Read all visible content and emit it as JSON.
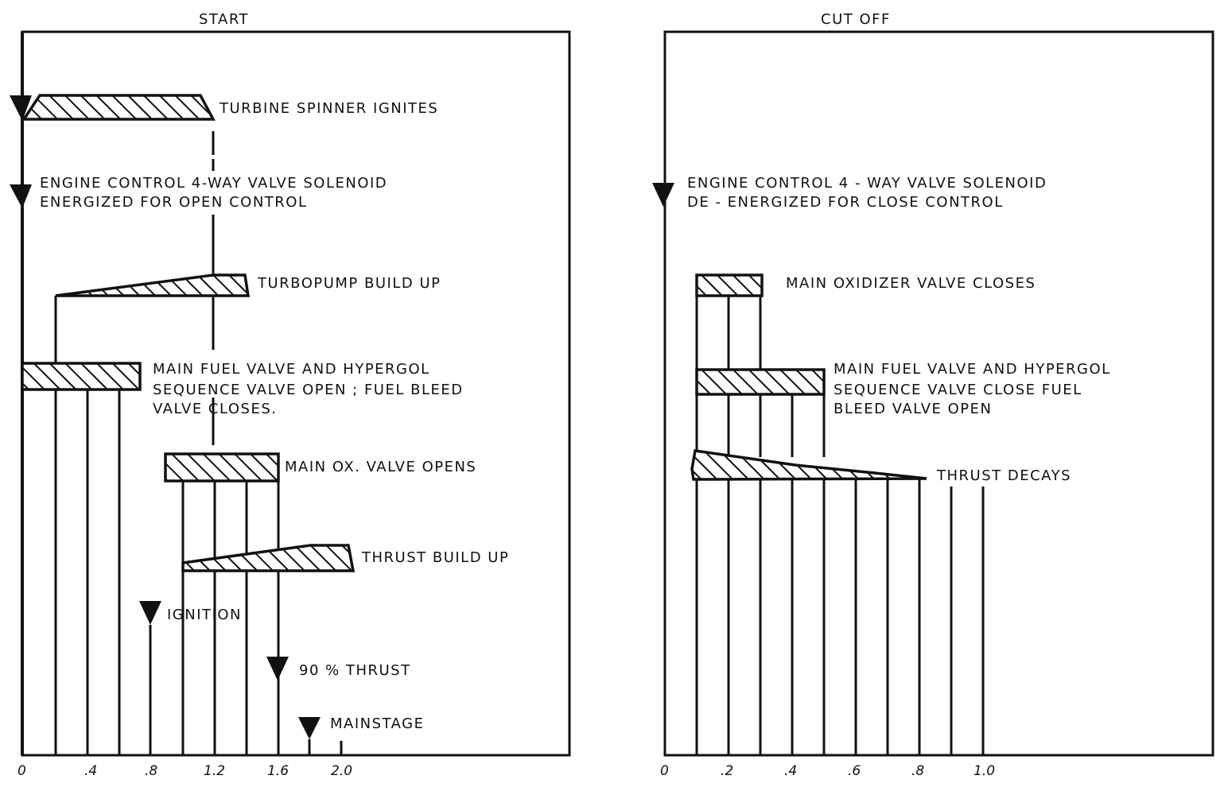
{
  "start": {
    "title": "START",
    "events": {
      "turbine": "TURBINE  SPINNER  IGNITES",
      "solenoid_1": "ENGINE  CONTROL  4-WAY VALVE  SOLENOID",
      "solenoid_2": "ENERGIZED  FOR   OPEN  CONTROL",
      "turbopump": "TURBOPUMP  BUILD  UP",
      "fuel_1": "MAIN  FUEL  VALVE  AND HYPERGOL",
      "fuel_2": "SEQUENCE  VALVE OPEN ; FUEL  BLEED",
      "fuel_3": "VALVE  CLOSES.",
      "ox": "MAIN OX.  VALVE  OPENS",
      "thrust": "THRUST  BUILD  UP",
      "ignition": "IGNITION",
      "ninety": "90 %  THRUST",
      "mainstage": "MAINSTAGE"
    },
    "ticks": [
      "0",
      ".4",
      ".8",
      "1.2",
      "1.6",
      "2.0"
    ]
  },
  "cutoff": {
    "title": "CUT  OFF",
    "events": {
      "solenoid_1": "ENGINE  CONTROL 4 - WAY  VALVE  SOLENOID",
      "solenoid_2": "DE - ENERGIZED  FOR  CLOSE  CONTROL",
      "ox": "MAIN  OXIDIZER  VALVE  CLOSES",
      "fuel_1": "MAIN  FUEL  VALVE  AND  HYPERGOL",
      "fuel_2": "SEQUENCE  VALVE  CLOSE  FUEL",
      "fuel_3": "BLEED  VALVE  OPEN",
      "thrust": "THRUST  DECAYS"
    },
    "ticks": [
      "0",
      ".2",
      ".4",
      ".6",
      ".8",
      "1.0"
    ]
  }
}
